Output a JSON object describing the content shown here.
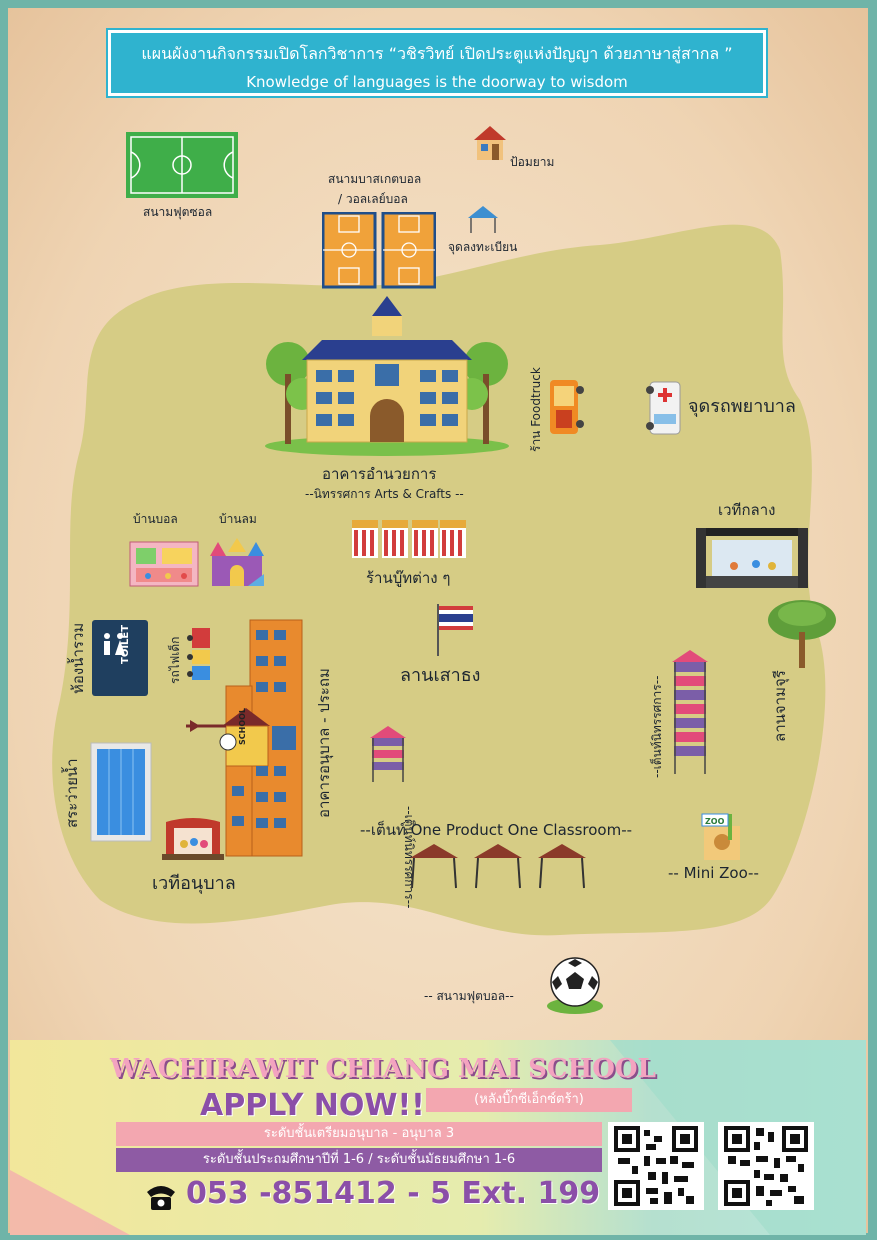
{
  "header": {
    "title_th": "แผนผังงานกิจกรรมเปิดโลกวิชาการ “วชิรวิทย์ เปิดประตูแห่งปัญญา ด้วยภาษาสู่สากล ”",
    "title_en": "Knowledge of languages is the doorway to wisdom"
  },
  "map": {
    "futsal": "สนามฟุตซอล",
    "guard": "ป้อมยาม",
    "basketball_1": "สนามบาสเกตบอล",
    "basketball_2": "/ วอลเลย์บอล",
    "registration": "จุดลงทะเบียน",
    "foodtruck": "ร้าน Foodtruck",
    "ambulance": "จุดรถพยาบาล",
    "admin_building": "อาคารอำนวยการ",
    "arts_crafts": "--นิทรรศการ Arts & Crafts --",
    "ball_house": "บ้านบอล",
    "air_house": "บ้านลม",
    "booths": "ร้านบู๊ทต่าง ๆ",
    "main_stage": "เวทีกลาง",
    "toilet_label": "ห้องน้ำรวม",
    "toilet_sign": "TOILET",
    "kids_train": "รถไฟเด็ก",
    "school_building": "อาคารอนุบาล - ประถม",
    "school_sign": "SCHOOL",
    "flag_yard": "ลานเสาธง",
    "exhibit_tent_left": "--เต็นท์นิทรรศการ--",
    "exhibit_tent_right": "--เต็นท์นิทรรศการ--",
    "jamjuree_yard": "ลานจามจุรี",
    "pool": "สระว่ายน้ำ",
    "opoc": "--เต็นท์ One Product One Classroom--",
    "mini_zoo": "-- Mini Zoo--",
    "zoo_sign": "ZOO",
    "kindergarten_stage": "เวทีอนุบาล",
    "football": "-- สนามฟุตบอล--"
  },
  "footer": {
    "school_name": "WACHIRAWIT CHIANG MAI SCHOOL",
    "apply": "APPLY NOW!!",
    "location_note": "(หลังบิ๊กซีเอ็กซ์ตร้า)",
    "levels_1": "ระดับชั้นเตรียมอนุบาล - อนุบาล 3",
    "levels_2": "ระดับชั้นประถมศึกษาปีที่ 1-6 / ระดับชั้นมัธยมศึกษา 1-6",
    "phone": "053 -851412 - 5 Ext. 199"
  },
  "colors": {
    "title_bg": "#2fb3cf",
    "lawn": "#d6cc85",
    "brand_pink": "#f3a3c0",
    "brand_purple": "#8b4fa8"
  },
  "icons": [
    "phone-icon",
    "qr-code-icon",
    "thai-flag-icon",
    "toilet-icon",
    "football-icon"
  ]
}
